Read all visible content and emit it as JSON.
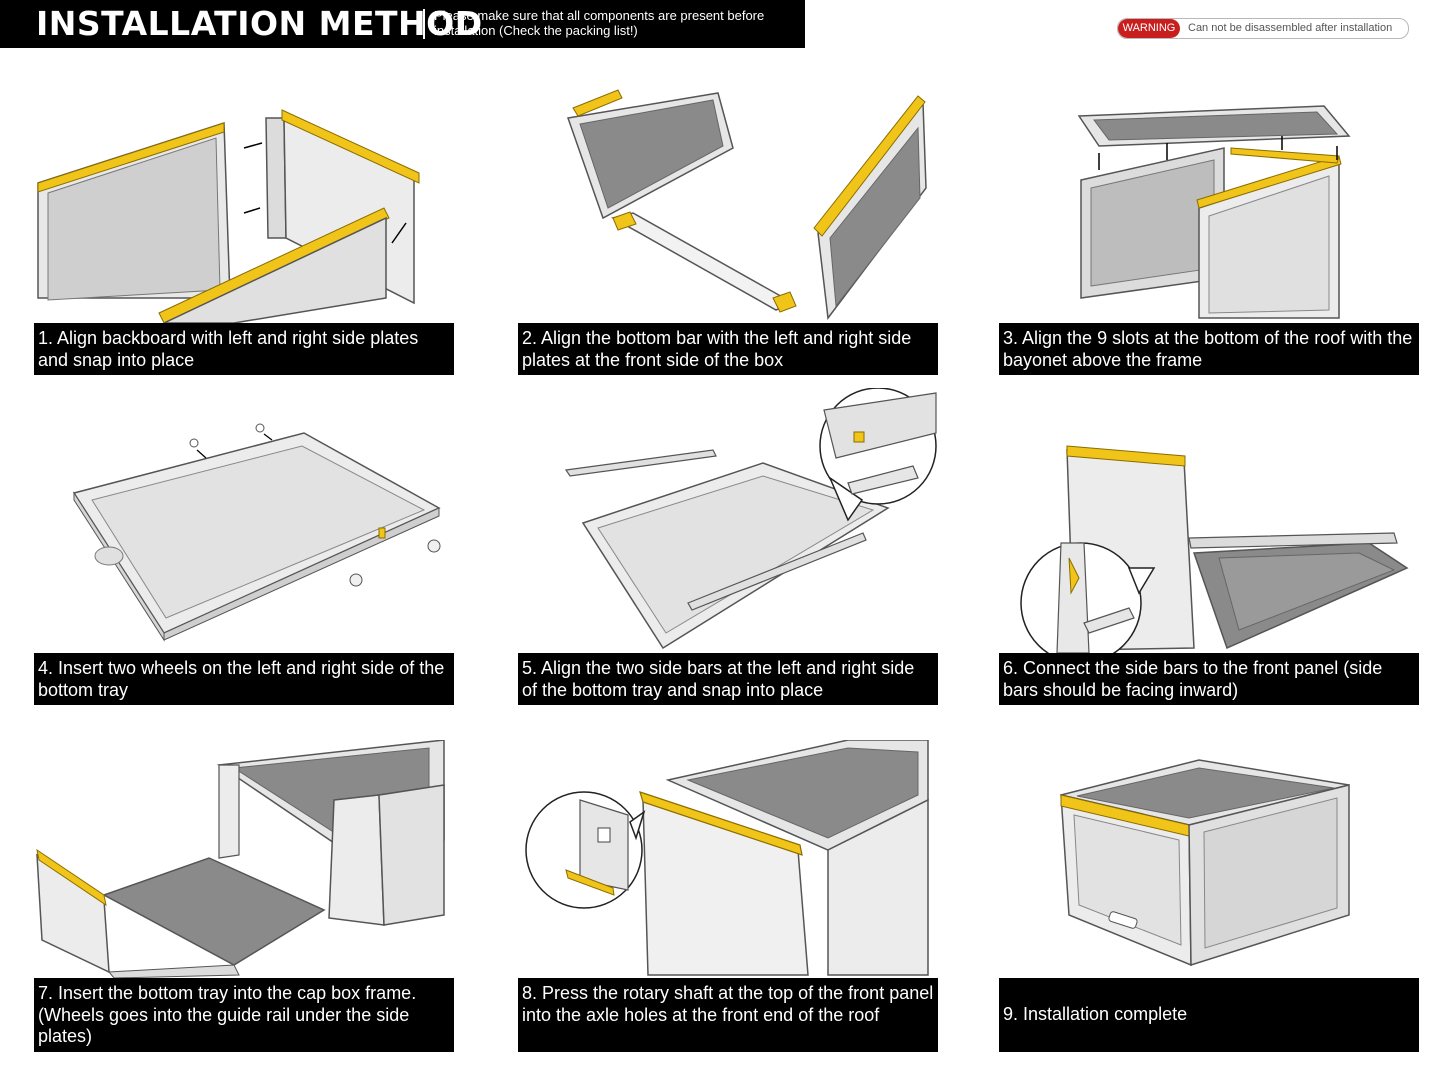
{
  "header": {
    "title": "INSTALLATION METHOD",
    "subtitle": "Please make sure that all components are present before installation (Check the packing list!)",
    "warning_label": "WARNING",
    "warning_text": "Can not be disassembled after installation"
  },
  "colors": {
    "accent": "#f0c419",
    "panel_fill": "#e6e6e6",
    "panel_dark": "#8a8a8a",
    "caption_bg": "#000000",
    "warning_red": "#c81e1e"
  },
  "steps": [
    {
      "caption": "1. Align backboard with left and right side plates and snap into place"
    },
    {
      "caption": "2. Align the bottom bar with the left and right side plates at the front side of the box"
    },
    {
      "caption": "3. Align the 9 slots at the bottom of the roof with the bayonet above the frame"
    },
    {
      "caption": "4. Insert two wheels on the left and right side of the bottom tray"
    },
    {
      "caption": "5. Align the two side bars at the left and right side of the bottom tray and snap into place"
    },
    {
      "caption": "6. Connect the side bars to the front panel (side bars should be facing inward)"
    },
    {
      "caption": "7. Insert the bottom tray into the cap box frame. (Wheels goes into the guide rail under the side plates)"
    },
    {
      "caption": "8. Press the rotary shaft at the top of the front panel into the axle holes at the front end of the roof"
    },
    {
      "caption": "9. Installation complete"
    }
  ]
}
